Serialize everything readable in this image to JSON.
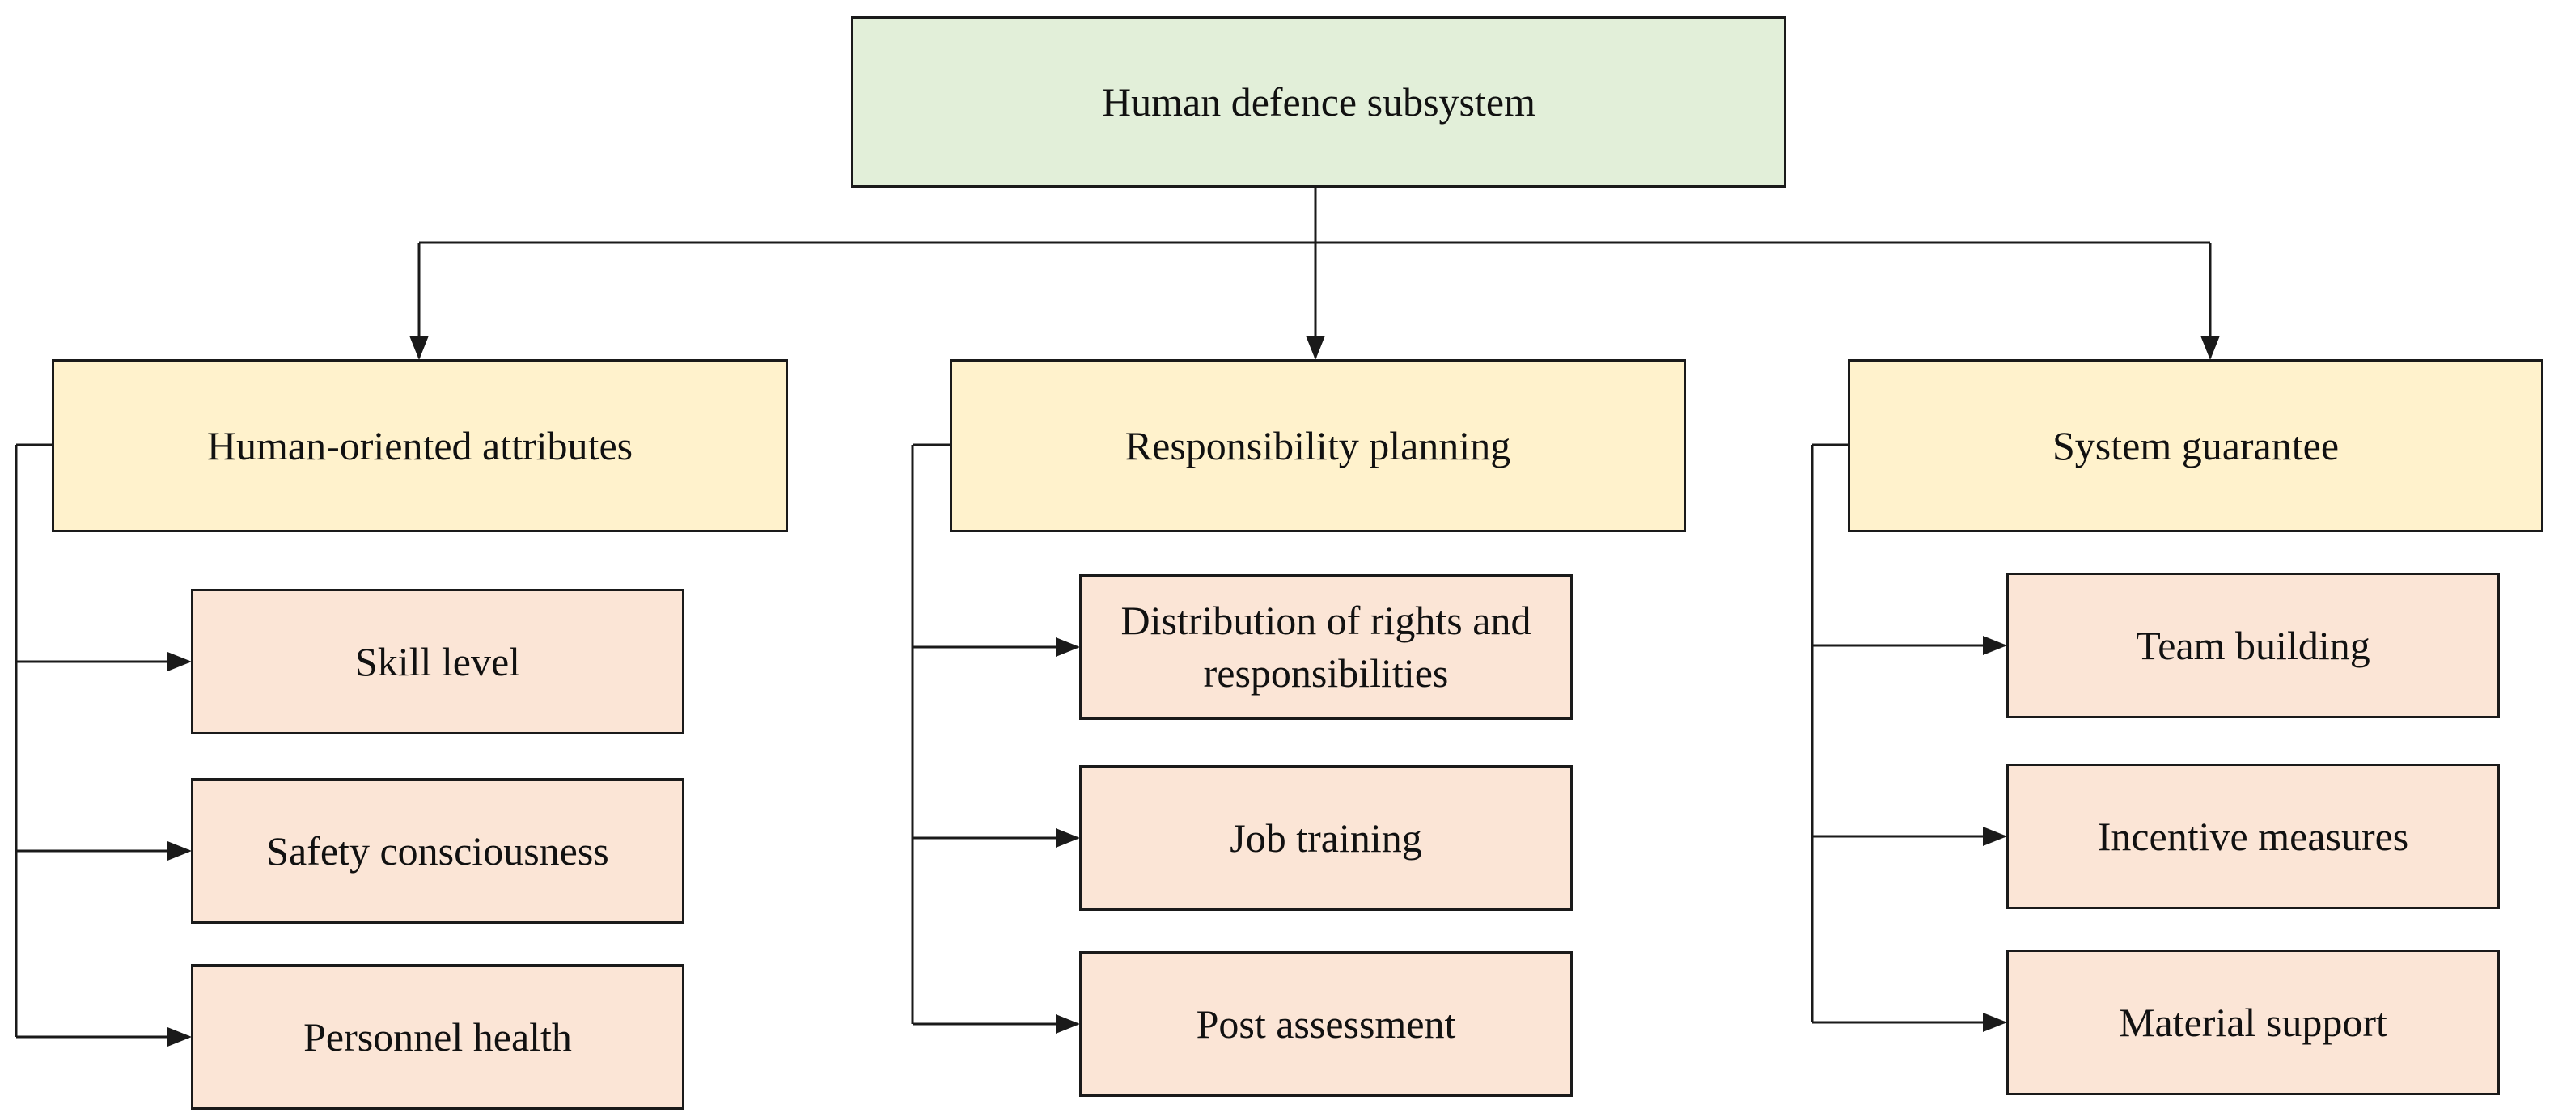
{
  "diagram": {
    "root": {
      "label": "Human defence subsystem"
    },
    "categories": [
      {
        "label": "Human-oriented attributes",
        "items": [
          "Skill level",
          "Safety consciousness",
          "Personnel health"
        ]
      },
      {
        "label": "Responsibility planning",
        "items": [
          "Distribution of rights and responsibilities",
          "Job training",
          "Post assessment"
        ]
      },
      {
        "label": "System guarantee",
        "items": [
          "Team building",
          "Incentive measures",
          "Material support"
        ]
      }
    ],
    "colors": {
      "root_fill": "#e2efd9",
      "category_fill": "#fff2cc",
      "item_fill": "#fbe5d6",
      "line": "#1a1a1a"
    }
  }
}
